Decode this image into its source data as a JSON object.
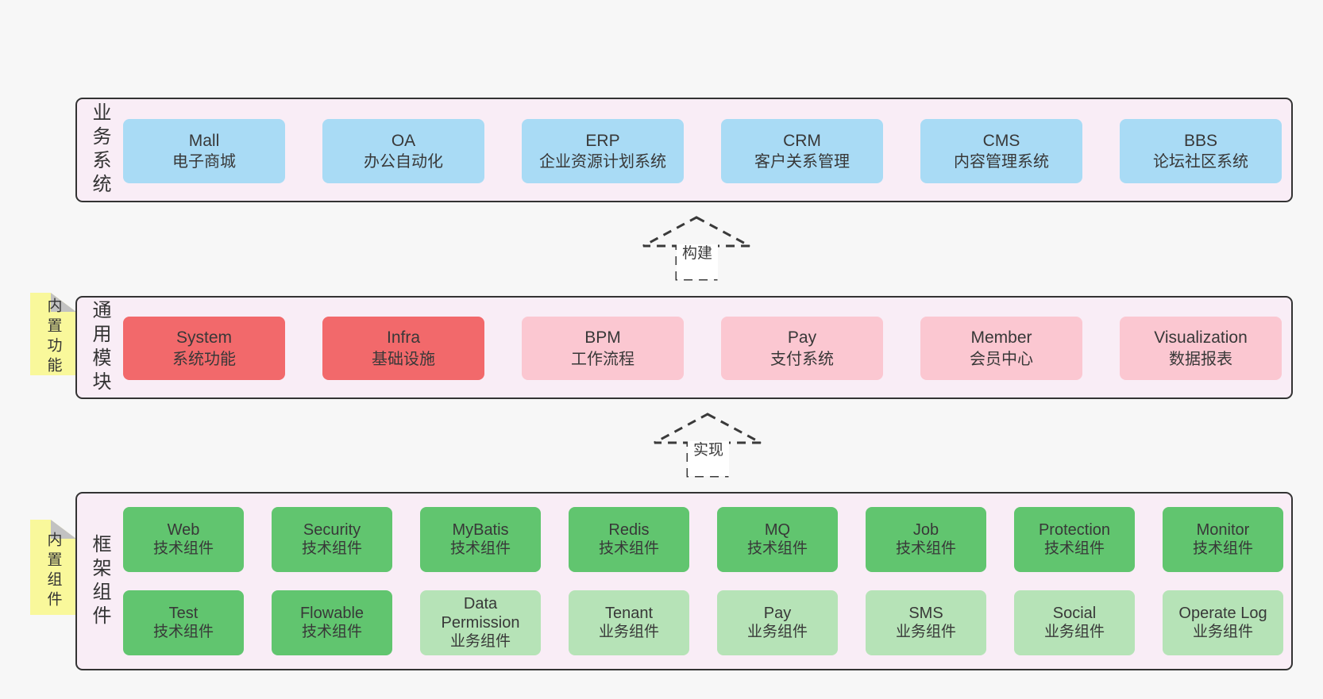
{
  "colors": {
    "page_bg": "#f7f7f7",
    "panel_bg": "#f9edf6",
    "panel_border": "#333333",
    "blue": "#a9dbf5",
    "red": "#f2696b",
    "pink": "#fbc7d1",
    "green_dark": "#61c56f",
    "green_light": "#b6e3b7",
    "yellow": "#f9f89b",
    "fold": "#c2c2c2",
    "text": "#383838",
    "arrow": "#3a3a3a"
  },
  "arrows": {
    "build": {
      "label": "构建"
    },
    "implement": {
      "label": "实现"
    }
  },
  "stickies": {
    "features": {
      "label": "内置功能"
    },
    "components": {
      "label": "内置组件"
    }
  },
  "panels": {
    "business": {
      "label": "业务系统",
      "items": [
        {
          "title": "Mall",
          "subtitle": "电子商城"
        },
        {
          "title": "OA",
          "subtitle": "办公自动化"
        },
        {
          "title": "ERP",
          "subtitle": "企业资源计划系统"
        },
        {
          "title": "CRM",
          "subtitle": "客户关系管理"
        },
        {
          "title": "CMS",
          "subtitle": "内容管理系统"
        },
        {
          "title": "BBS",
          "subtitle": "论坛社区系统"
        }
      ]
    },
    "modules": {
      "label": "通用模块",
      "items": [
        {
          "title": "System",
          "subtitle": "系统功能"
        },
        {
          "title": "Infra",
          "subtitle": "基础设施"
        },
        {
          "title": "BPM",
          "subtitle": "工作流程"
        },
        {
          "title": "Pay",
          "subtitle": "支付系统"
        },
        {
          "title": "Member",
          "subtitle": "会员中心"
        },
        {
          "title": "Visualization",
          "subtitle": "数据报表"
        }
      ]
    },
    "framework": {
      "label": "框架组件",
      "items": [
        {
          "title": "Web",
          "subtitle": "技术组件"
        },
        {
          "title": "Security",
          "subtitle": "技术组件"
        },
        {
          "title": "MyBatis",
          "subtitle": "技术组件"
        },
        {
          "title": "Redis",
          "subtitle": "技术组件"
        },
        {
          "title": "MQ",
          "subtitle": "技术组件"
        },
        {
          "title": "Job",
          "subtitle": "技术组件"
        },
        {
          "title": "Protection",
          "subtitle": "技术组件"
        },
        {
          "title": "Monitor",
          "subtitle": "技术组件"
        },
        {
          "title": "Test",
          "subtitle": "技术组件"
        },
        {
          "title": "Flowable",
          "subtitle": "技术组件"
        },
        {
          "title": "Data Permission",
          "subtitle": "业务组件"
        },
        {
          "title": "Tenant",
          "subtitle": "业务组件"
        },
        {
          "title": "Pay",
          "subtitle": "业务组件"
        },
        {
          "title": "SMS",
          "subtitle": "业务组件"
        },
        {
          "title": "Social",
          "subtitle": "业务组件"
        },
        {
          "title": "Operate Log",
          "subtitle": "业务组件"
        }
      ]
    }
  }
}
